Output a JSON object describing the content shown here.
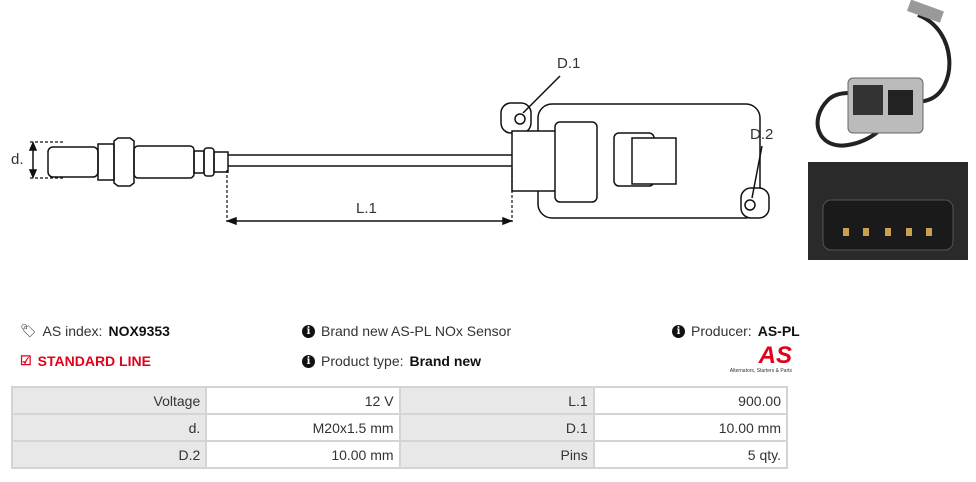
{
  "diagram": {
    "labels": {
      "d": "d.",
      "l1": "L.1",
      "d1": "D.1",
      "d2": "D.2"
    }
  },
  "info": {
    "as_index_label": "AS index:",
    "as_index_value": "NOX9353",
    "line": "STANDARD LINE",
    "description": "Brand new AS-PL NOx Sensor",
    "product_type_label": "Product type:",
    "product_type_value": "Brand new",
    "producer_label": "Producer:",
    "producer_value": "AS-PL"
  },
  "logo": {
    "text": "AS",
    "tagline": "Alternators, Starters & Parts",
    "color": "#e3001b"
  },
  "specs": [
    [
      {
        "k": "Voltage",
        "v": "12 V"
      },
      {
        "k": "L.1",
        "v": "900.00"
      }
    ],
    [
      {
        "k": "d.",
        "v": "M20x1.5 mm"
      },
      {
        "k": "D.1",
        "v": "10.00 mm"
      }
    ],
    [
      {
        "k": "D.2",
        "v": "10.00 mm"
      },
      {
        "k": "Pins",
        "v": "5 qty."
      }
    ]
  ]
}
